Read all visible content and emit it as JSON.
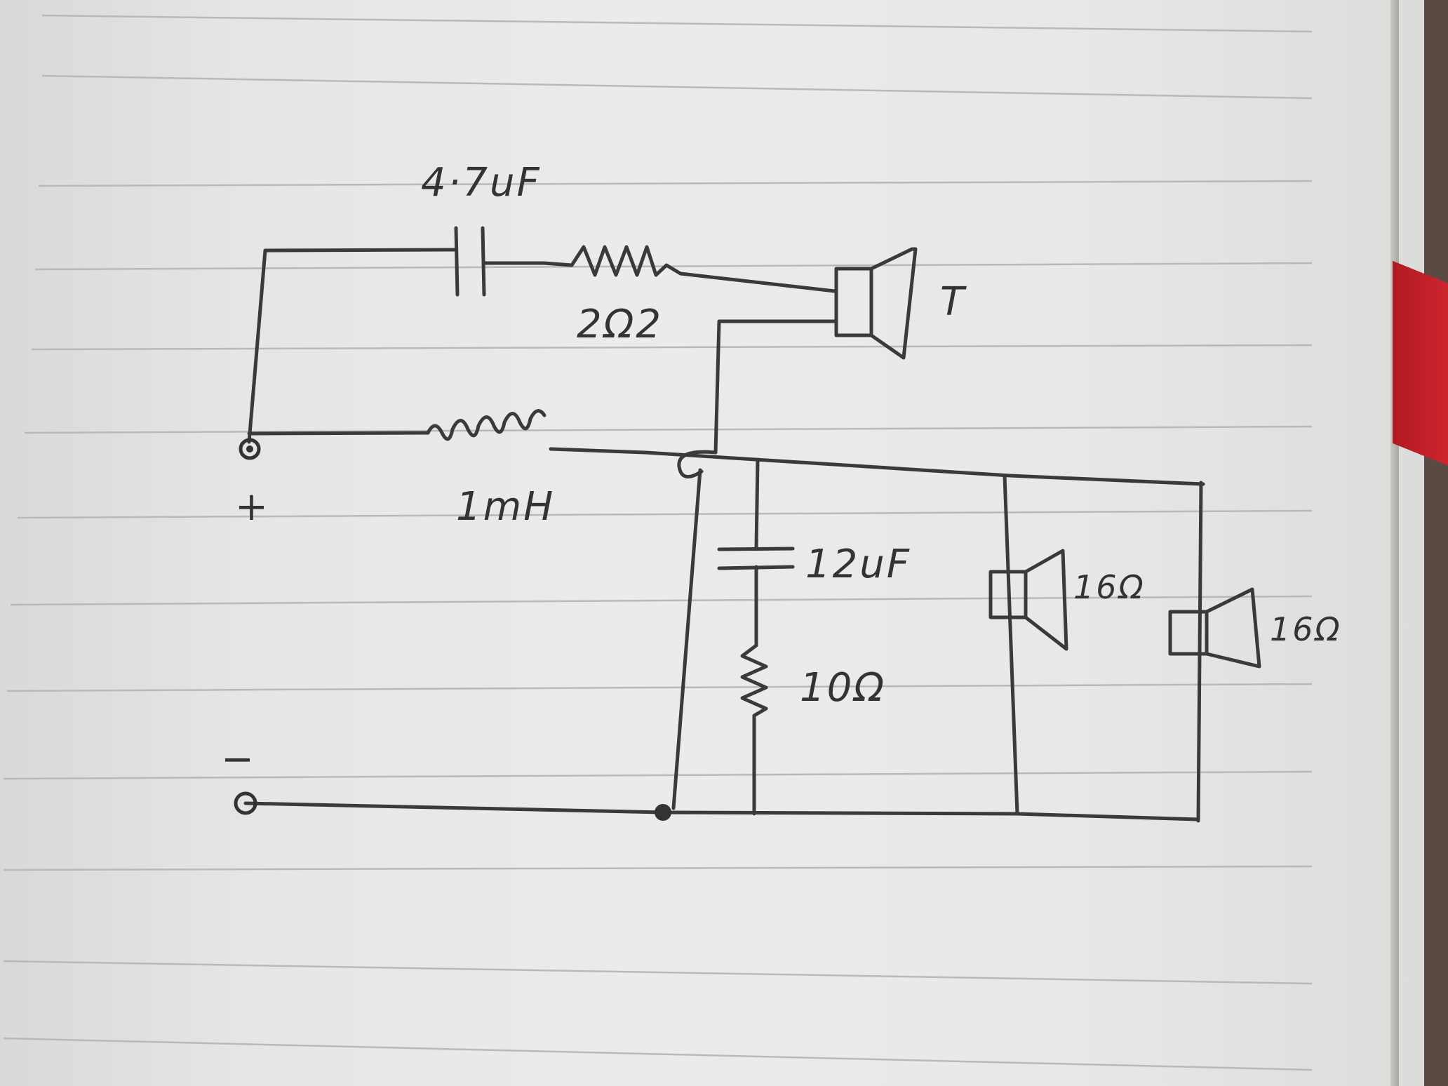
{
  "labels": {
    "c1": "4·7uF",
    "r1": "2Ω2",
    "tweeter": "T",
    "l1": "1mH",
    "c2": "12uF",
    "r2": "10Ω",
    "woofer1": "16Ω",
    "woofer2": "16Ω",
    "plus": "+",
    "minus": "−"
  }
}
